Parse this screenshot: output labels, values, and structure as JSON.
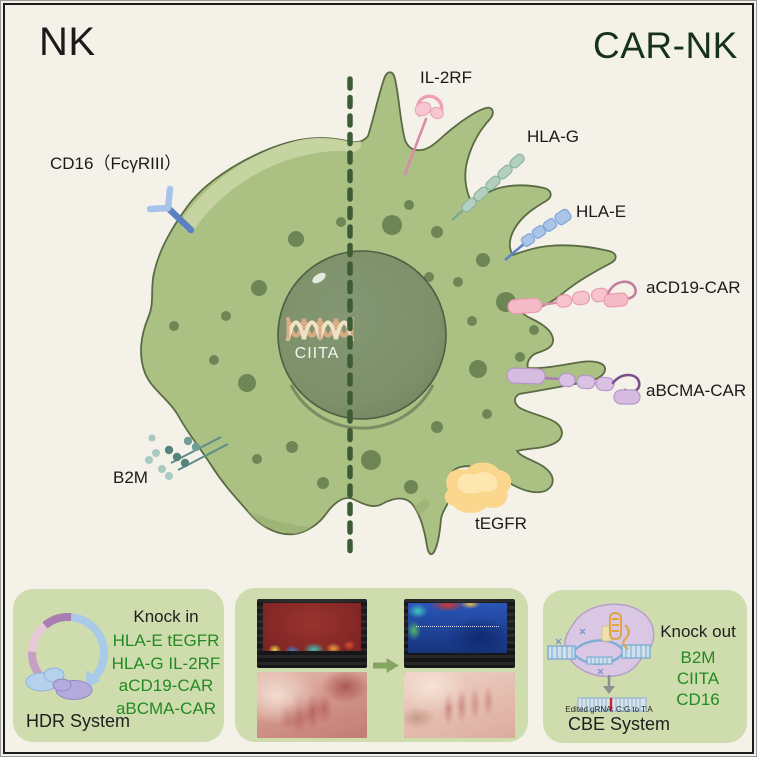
{
  "titles": {
    "left": "NK",
    "right": "CAR-NK"
  },
  "cell": {
    "nucleus_gene": "CIITA"
  },
  "receptor_labels": {
    "cd16": "CD16（FcγRIII）",
    "b2m": "B2M",
    "il2rf": "IL-2RF",
    "hlag": "HLA-G",
    "hlae": "HLA-E",
    "acd19": "aCD19-CAR",
    "abcma": "aBCMA-CAR",
    "tegfr": "tEGFR"
  },
  "panels": {
    "hdr": {
      "heading": "Knock in",
      "items": [
        "HLA-E tEGFR",
        "HLA-G IL-2RF",
        "aCD19-CAR",
        "aBCMA-CAR"
      ],
      "label": "HDR System"
    },
    "cbe": {
      "heading": "Knock out",
      "items": [
        "B2M",
        "CIITA",
        "CD16"
      ],
      "note": "Edited gRNA: C:G to T:A",
      "label": "CBE System"
    }
  },
  "colors": {
    "background": "#f4f1e9",
    "panel_green": "#cfdcae",
    "cell_green": "#abc083",
    "nucleus_green": "#7d9069",
    "divider_green": "#3d5c36",
    "list_text_green": "#238a23",
    "title_green": "#16321b"
  }
}
